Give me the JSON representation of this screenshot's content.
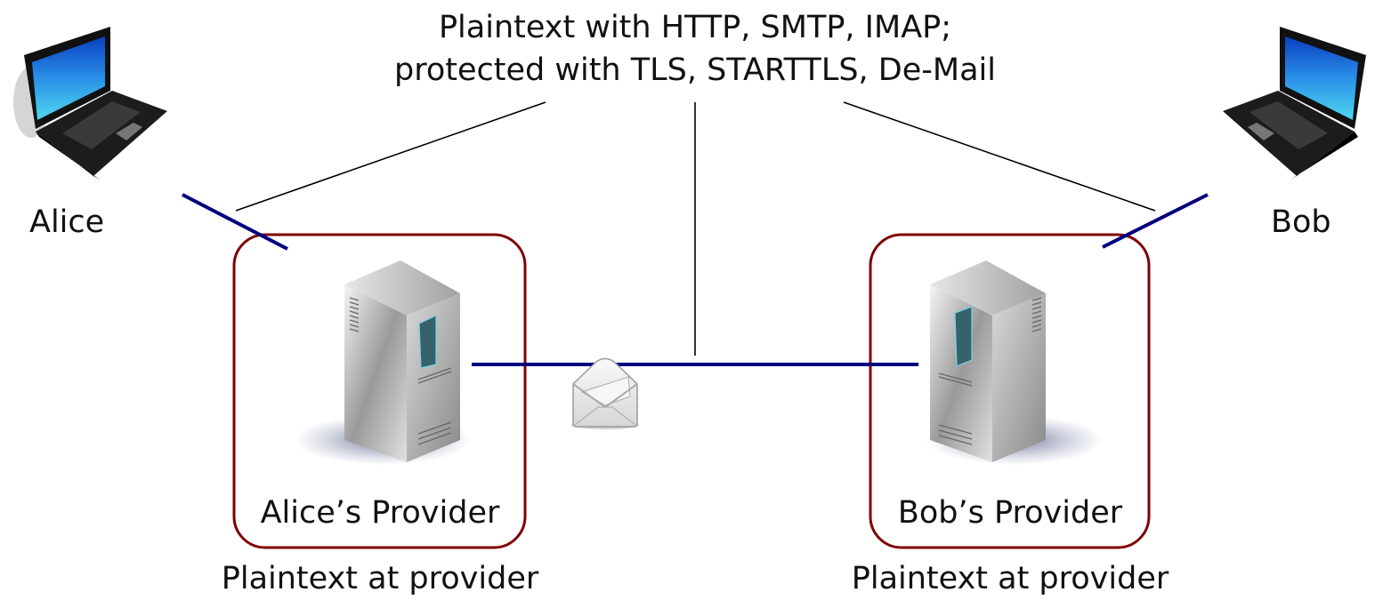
{
  "annotation": {
    "line1": "Plaintext with HTTP, SMTP, IMAP;",
    "line2": "protected with TLS, STARTTLS, De-Mail"
  },
  "nodes": {
    "alice": {
      "label": "Alice",
      "icon": "laptop-icon"
    },
    "bob": {
      "label": "Bob",
      "icon": "laptop-icon"
    },
    "alice_provider": {
      "label": "Alice’s Provider",
      "icon": "server-icon",
      "note": "Plaintext at provider"
    },
    "bob_provider": {
      "label": "Bob’s Provider",
      "icon": "server-icon",
      "note": "Plaintext at provider"
    }
  },
  "message_icon": "envelope-icon",
  "colors": {
    "link": "#00007f",
    "provider_box": "#7f0000",
    "pointer": "#000000"
  }
}
